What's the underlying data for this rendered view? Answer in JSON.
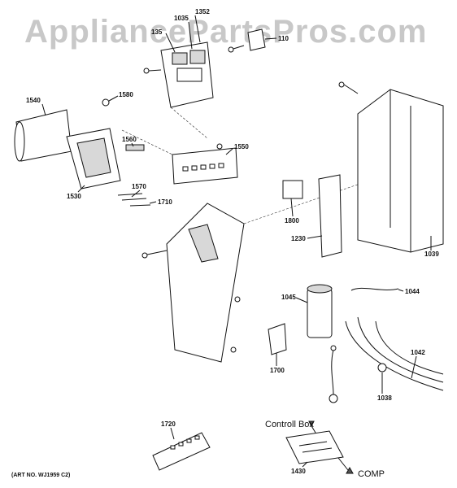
{
  "watermark": "AppliancePartsPros.com",
  "parts": [
    {
      "id": "1352",
      "label": "1352"
    },
    {
      "id": "1035",
      "label": "1035"
    },
    {
      "id": "135x",
      "label": "135"
    },
    {
      "id": "1100",
      "label": "110"
    },
    {
      "id": "1540",
      "label": "1540"
    },
    {
      "id": "1580",
      "label": "1580"
    },
    {
      "id": "1560",
      "label": "1560"
    },
    {
      "id": "1550",
      "label": "1550"
    },
    {
      "id": "1530",
      "label": "1530"
    },
    {
      "id": "1570",
      "label": "1570"
    },
    {
      "id": "1710",
      "label": "1710"
    },
    {
      "id": "1800",
      "label": "1800"
    },
    {
      "id": "1230",
      "label": "1230"
    },
    {
      "id": "1039",
      "label": "1039"
    },
    {
      "id": "1044",
      "label": "1044"
    },
    {
      "id": "1045",
      "label": "1045"
    },
    {
      "id": "1042",
      "label": "1042"
    },
    {
      "id": "1700",
      "label": "1700"
    },
    {
      "id": "1038",
      "label": "1038"
    },
    {
      "id": "1720",
      "label": "1720"
    },
    {
      "id": "1430",
      "label": "1430"
    }
  ],
  "legend": {
    "control_box": "Controll Box",
    "comp": "COMP"
  },
  "art_number": "(ART NO. WJ1959 C2)"
}
